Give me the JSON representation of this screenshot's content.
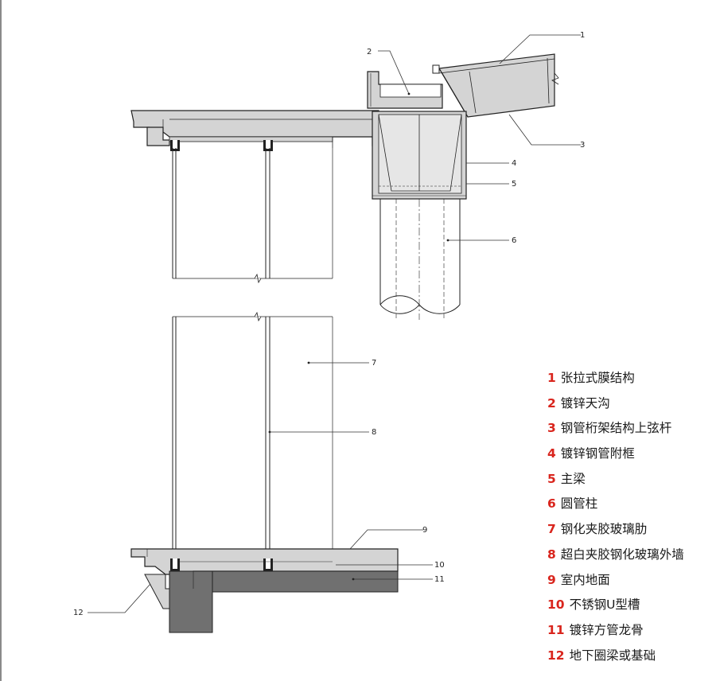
{
  "callouts": [
    "1",
    "2",
    "3",
    "4",
    "5",
    "6",
    "7",
    "8",
    "9",
    "10",
    "11",
    "12"
  ],
  "legend": [
    {
      "num": "1",
      "text": "张拉式膜结构"
    },
    {
      "num": "2",
      "text": "镀锌天沟"
    },
    {
      "num": "3",
      "text": "钢管桁架结构上弦杆"
    },
    {
      "num": "4",
      "text": "镀锌钢管附框"
    },
    {
      "num": "5",
      "text": "主梁"
    },
    {
      "num": "6",
      "text": "圆管柱"
    },
    {
      "num": "7",
      "text": "钢化夹胶玻璃肋"
    },
    {
      "num": "8",
      "text": "超白夹胶钢化玻璃外墙"
    },
    {
      "num": "9",
      "text": "室内地面"
    },
    {
      "num": "10",
      "text": "不锈钢U型槽"
    },
    {
      "num": "11",
      "text": "镀锌方管龙骨"
    },
    {
      "num": "12",
      "text": "地下圈梁或基础"
    }
  ],
  "colors": {
    "number_accent": "#d9251d",
    "fill_light": "#d4d4d4",
    "fill_dark": "#707070",
    "line": "#222222"
  }
}
